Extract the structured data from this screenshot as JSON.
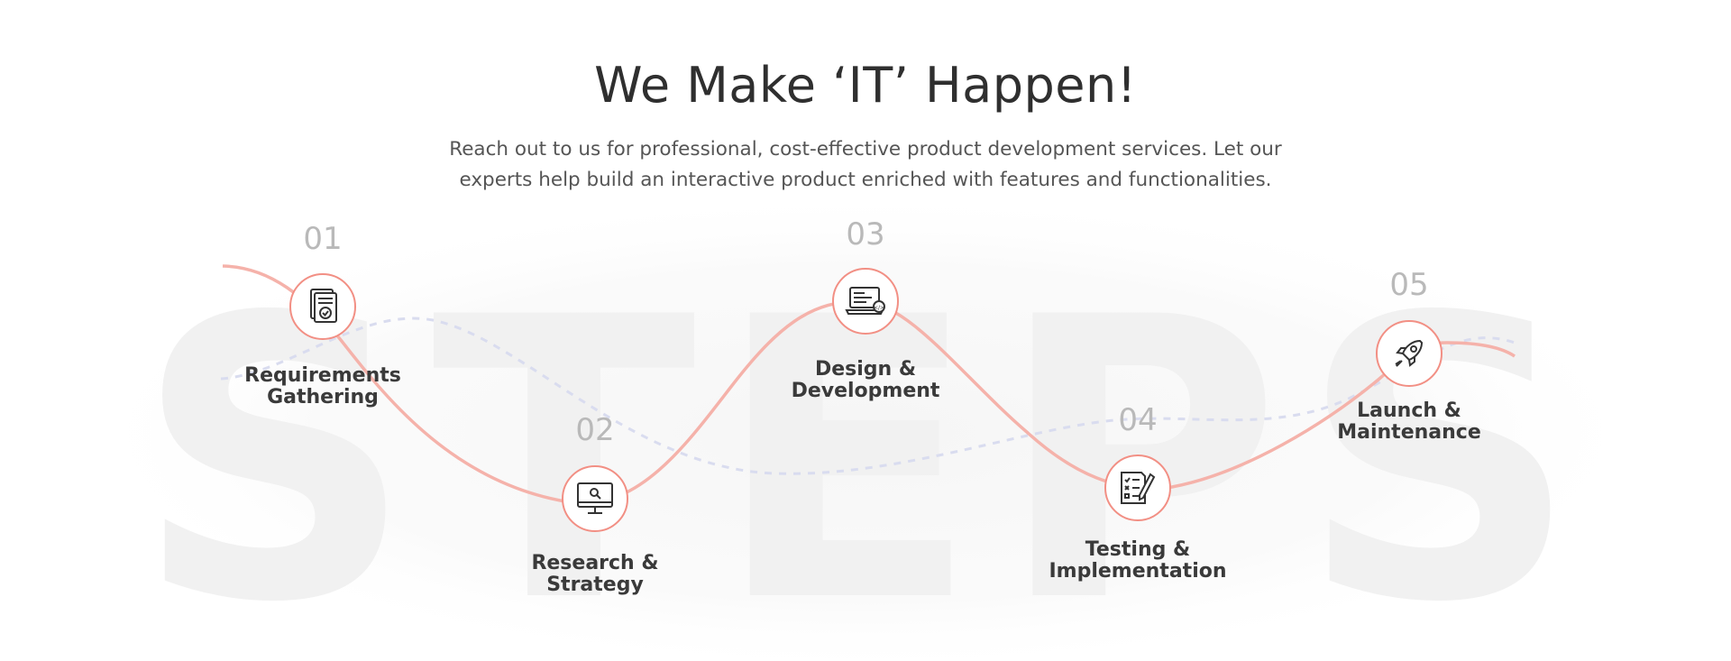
{
  "header": {
    "title": "We Make ‘IT’ Happen!",
    "subtitle_line1": "Reach out to us for professional, cost-effective product development services. Let our",
    "subtitle_line2": "experts help build an interactive product enriched with features and functionalities."
  },
  "background_text": "STEPS",
  "colors": {
    "accent": "#f28f84",
    "number": "#b9b9b9",
    "label": "#3a3a3a",
    "title": "#2f2f2f",
    "dashed": "#d9dcef"
  },
  "steps": [
    {
      "number": "01",
      "label_line1": "Requirements",
      "label_line2": "Gathering",
      "icon": "document-check-icon"
    },
    {
      "number": "02",
      "label_line1": "Research &",
      "label_line2": "Strategy",
      "icon": "monitor-search-icon"
    },
    {
      "number": "03",
      "label_line1": "Design &",
      "label_line2": "Development",
      "icon": "laptop-code-icon"
    },
    {
      "number": "04",
      "label_line1": "Testing &",
      "label_line2": "Implementation",
      "icon": "checklist-pencil-icon"
    },
    {
      "number": "05",
      "label_line1": "Launch &",
      "label_line2": "Maintenance",
      "icon": "rocket-icon"
    }
  ]
}
